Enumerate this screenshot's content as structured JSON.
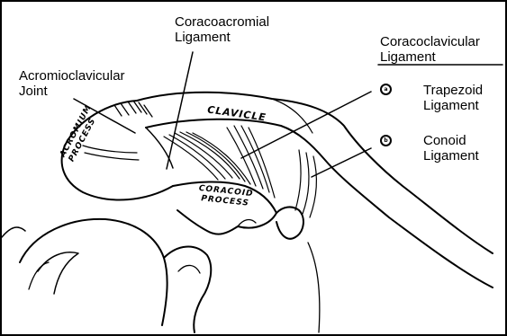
{
  "labels": {
    "coracoacromial": [
      "Coracoacromial",
      "Ligament"
    ],
    "acromioclavicular": [
      "Acromioclavicular",
      "Joint"
    ],
    "coracoclavicular": [
      "Coracoclavicular",
      "Ligament"
    ],
    "trapezoid": [
      "Trapezoid",
      "Ligament"
    ],
    "conoid": [
      "Conoid",
      "Ligament"
    ]
  },
  "markers": {
    "a": "a",
    "b": "b"
  },
  "bone_labels": {
    "clavicle": "CLAVICLE",
    "acromium": [
      "ACROMIUM",
      "PROCESS"
    ],
    "coracoid": [
      "CORACOID",
      "PROCESS"
    ]
  },
  "colors": {
    "ink": "#000000",
    "paper": "#ffffff"
  }
}
